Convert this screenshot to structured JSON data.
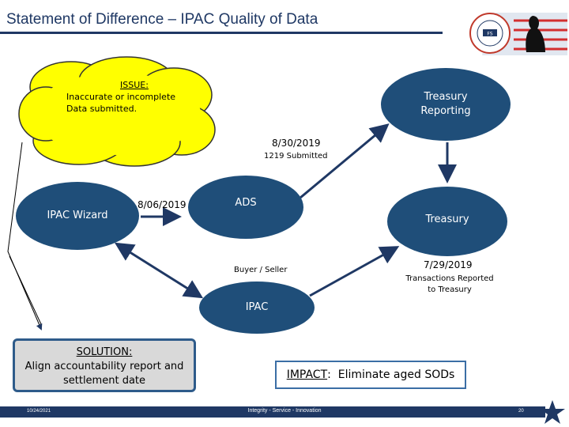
{
  "header": {
    "title": "Statement of Difference – IPAC Quality of Data"
  },
  "diagram": {
    "issue_heading": "ISSUE:",
    "issue_body_line1": "Inaccurate or incomplete",
    "issue_body_line2": "Data submitted.",
    "treasury_reporting_line1": "Treasury",
    "treasury_reporting_line2": "Reporting",
    "date_0830": "8/30/2019",
    "submitted_1219": "1219 Submitted",
    "ipac_wizard": "IPAC Wizard",
    "date_0806": "8/06/2019",
    "ads": "ADS",
    "treasury": "Treasury",
    "buyer_seller": "Buyer / Seller",
    "date_0729": "7/29/2019",
    "transactions_line1": "Transactions Reported",
    "transactions_line2": "to Treasury",
    "ipac": "IPAC",
    "solution_heading": "SOLUTION:",
    "solution_line1": "Align accountability report and",
    "solution_line2": "settlement date",
    "impact_label": "IMPACT",
    "impact_text": ":  Eliminate aged SODs"
  },
  "footer": {
    "date": "10/24/2021",
    "motto": "Integrity - Service - Innovation",
    "page": "20"
  },
  "colors": {
    "ellipse": "#1f4e79",
    "cloud": "#ffff00",
    "navy": "#1f3864"
  }
}
